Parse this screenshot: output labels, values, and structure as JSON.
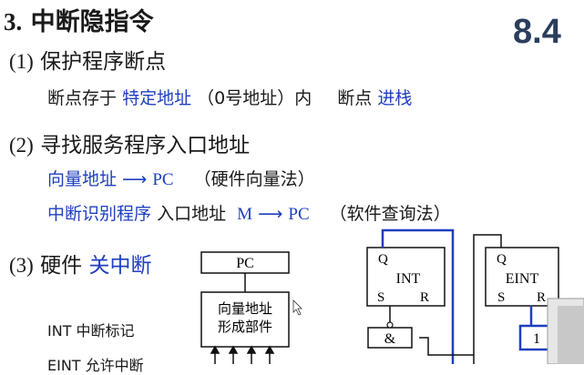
{
  "title": {
    "number": "3.",
    "text": "中断隐指令"
  },
  "section_number": "8.4",
  "item1": {
    "heading_num": "(1)",
    "heading": "保护程序断点",
    "line_a": "断点存于",
    "line_b": "特定地址",
    "line_c": "（0号地址）内",
    "line_d": "断点",
    "line_e": "进栈"
  },
  "item2": {
    "heading_num": "(2)",
    "heading": "寻找服务程序入口地址",
    "row1_a": "向量地址",
    "row1_arrow": "⟶",
    "row1_pc": "PC",
    "row1_note": "（硬件向量法）",
    "row2_a": "中断识别程序",
    "row2_b": "入口地址",
    "row2_m": "M",
    "row2_arrow": "⟶",
    "row2_pc": "PC",
    "row2_note": "（软件查询法）"
  },
  "item3": {
    "heading_num": "(3)",
    "heading_a": "硬件",
    "heading_b": "关中断",
    "label_int": "INT 中断标记",
    "label_eint": "EINT 允许中断"
  },
  "diagram": {
    "pc": "PC",
    "vector_unit_line1": "向量地址",
    "vector_unit_line2": "形成部件",
    "int_q": "Q",
    "int_name": "INT",
    "int_s": "S",
    "int_r": "R",
    "eint_q": "Q",
    "eint_name": "EINT",
    "eint_s": "S",
    "eint_r": "R",
    "and_gate": "&",
    "gate2": "1"
  },
  "colors": {
    "accent_blue": "#1f3fbf",
    "dark": "#1a1a1a"
  }
}
